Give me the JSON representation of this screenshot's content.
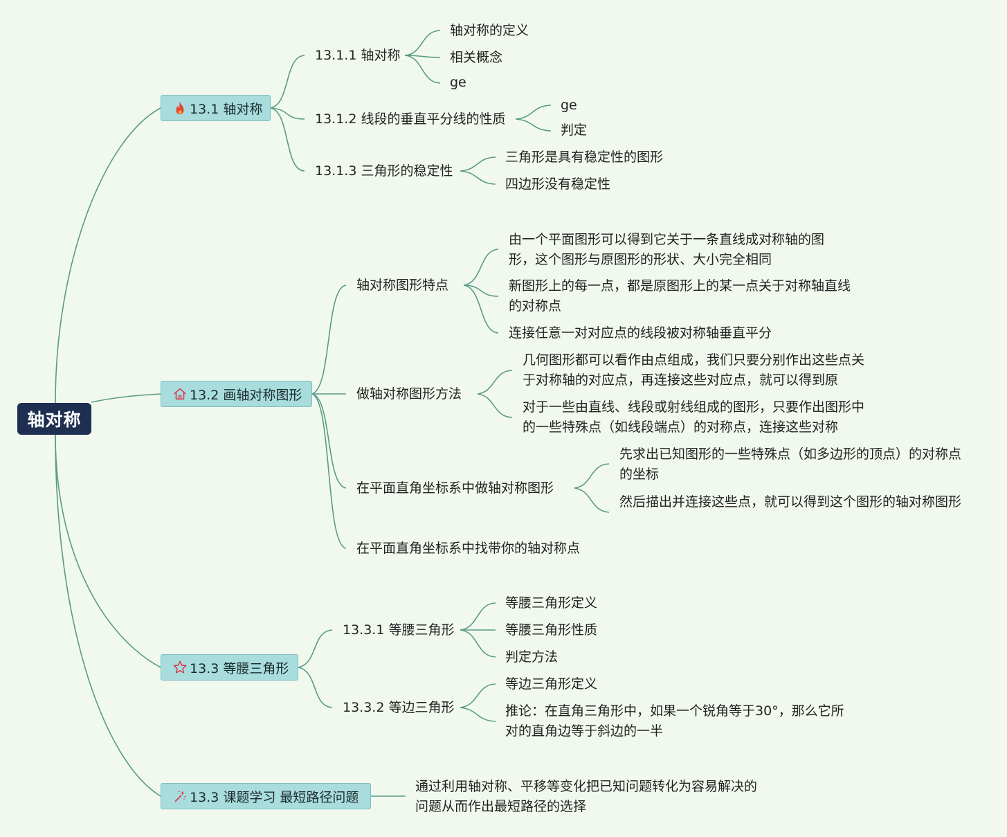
{
  "root": {
    "label": "轴对称"
  },
  "sections": [
    {
      "label": "13.1 轴对称",
      "icon": "fire-icon",
      "children": [
        {
          "label": "13.1.1 轴对称",
          "children": [
            "轴对称的定义",
            "相关概念",
            "ge"
          ]
        },
        {
          "label": "13.1.2 线段的垂直平分线的性质",
          "children": [
            "ge",
            "判定"
          ]
        },
        {
          "label": "13.1.3 三角形的稳定性",
          "children": [
            "三角形是具有稳定性的图形",
            "四边形没有稳定性"
          ]
        }
      ]
    },
    {
      "label": "13.2 画轴对称图形",
      "icon": "house-icon",
      "children": [
        {
          "label": "轴对称图形特点",
          "children": [
            "由一个平面图形可以得到它关于一条直线成对称轴的图形，这个图形与原图形的形状、大小完全相同",
            "新图形上的每一点，都是原图形上的某一点关于对称轴直线的对称点",
            "连接任意一对对应点的线段被对称轴垂直平分"
          ]
        },
        {
          "label": "做轴对称图形方法",
          "children": [
            "几何图形都可以看作由点组成，我们只要分别作出这些点关于对称轴的对应点，再连接这些对应点，就可以得到原",
            "对于一些由直线、线段或射线组成的图形，只要作出图形中的一些特殊点（如线段端点）的对称点，连接这些对称"
          ]
        },
        {
          "label": "在平面直角坐标系中做轴对称图形",
          "children": [
            "先求出已知图形的一些特殊点（如多边形的顶点）的对称点的坐标",
            "然后描出并连接这些点，就可以得到这个图形的轴对称图形"
          ]
        },
        {
          "label": "在平面直角坐标系中找带你的轴对称点",
          "children": []
        }
      ]
    },
    {
      "label": "13.3 等腰三角形",
      "icon": "star-icon",
      "children": [
        {
          "label": "13.3.1 等腰三角形",
          "children": [
            "等腰三角形定义",
            "等腰三角形性质",
            "判定方法"
          ]
        },
        {
          "label": "13.3.2 等边三角形",
          "children": [
            "等边三角形定义",
            "推论：在直角三角形中，如果一个锐角等于30°，那么它所对的直角边等于斜边的一半"
          ]
        }
      ]
    },
    {
      "label": "13.3 课题学习 最短路径问题",
      "icon": "magic-wand-icon",
      "leaf": "通过利用轴对称、平移等变化把已知问题转化为容易解决的问题从而作出最短路径的选择"
    }
  ],
  "colors": {
    "background": "#f1f8ed",
    "root_fill": "#1e2f52",
    "section_fill": "#a8dcdd",
    "link_stroke": "#5a9a88",
    "fire_icon": "#e8412c",
    "house_icon": "#d2435a",
    "star_icon": "#d8334a",
    "wand_icon": "#d8334a"
  }
}
